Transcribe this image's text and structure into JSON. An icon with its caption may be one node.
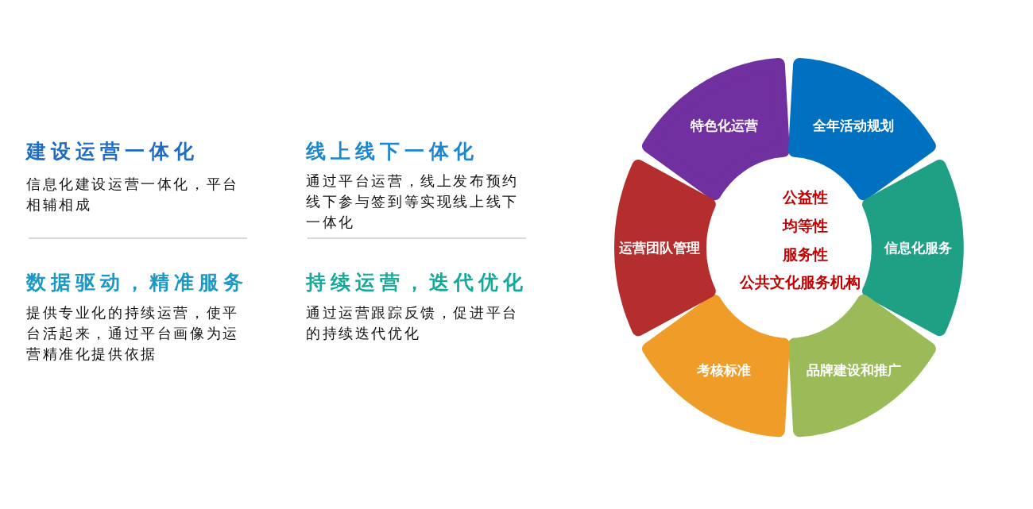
{
  "diagram": {
    "nodes": [
      {
        "text": [
          "特色化运营"
        ]
      },
      {
        "text": [
          "全年活动规划"
        ]
      },
      {
        "text": [
          "信息化服务"
        ]
      },
      {
        "text": [
          "品牌建设和推广"
        ]
      },
      {
        "text": [
          "考核标准"
        ]
      },
      {
        "text": [
          "运营团队管理"
        ]
      }
    ],
    "edges": [],
    "labels": [
      "建设运营一体化",
      "信息化建设运营一体化，平台相辅相成",
      "线上线下一体化",
      "通过平台运营，线上发布预约线下参与签到等实现线上线下一体化",
      "数据驱动，精准服务",
      "提供专业化的持续运营，使平台活起来，通过平台画像为运营精准化提供依据",
      "持续运营，迭代优化",
      "通过运营跟踪反馈，促进平台的持续迭代优化",
      "公益性",
      "均等性",
      "服务性",
      "公共文化服务机构"
    ]
  }
}
